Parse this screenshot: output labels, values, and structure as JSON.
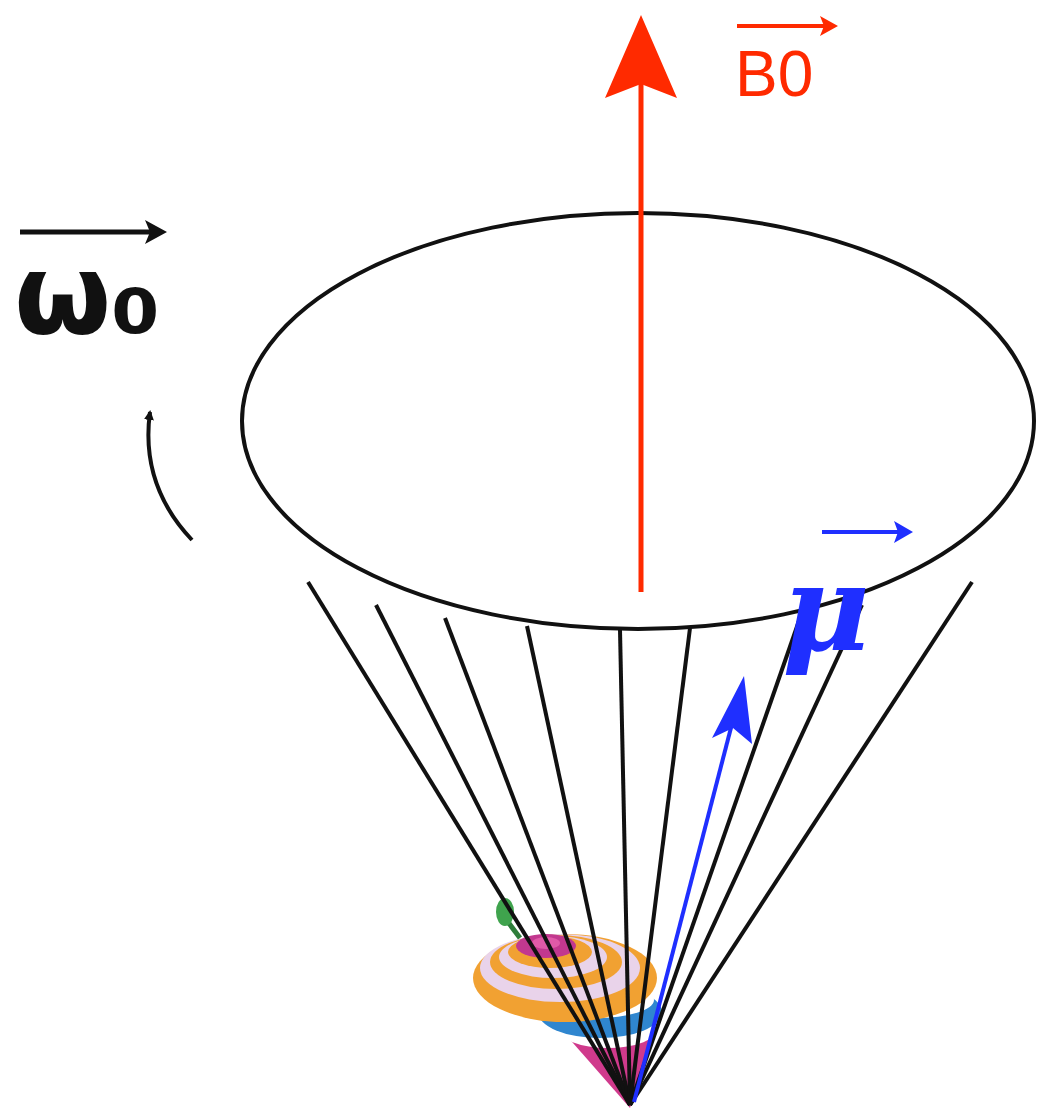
{
  "diagram": {
    "labels": [
      "B0",
      "ω₀",
      "μ"
    ]
  }
}
